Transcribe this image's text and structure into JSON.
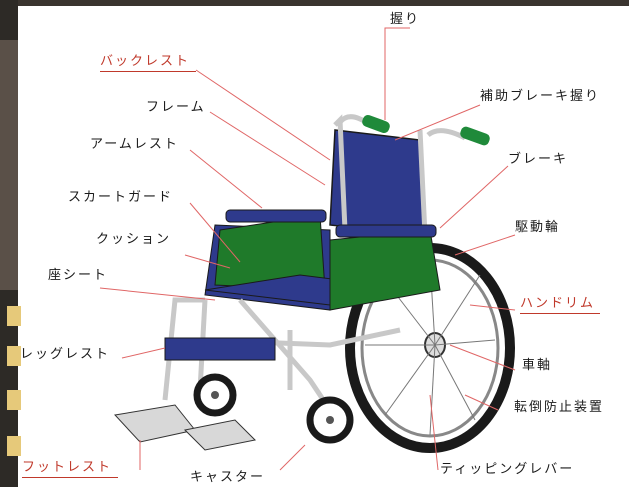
{
  "labels": {
    "grip": "握り",
    "backrest": "バックレスト",
    "assist_brake": "補助ブレーキ握り",
    "frame": "フレーム",
    "armrest": "アームレスト",
    "brake": "ブレーキ",
    "skirt_guard": "スカートガード",
    "drive_wheel": "駆動輪",
    "cushion": "クッション",
    "seat": "座シート",
    "handrim": "ハンドリム",
    "legrest": "レッグレスト",
    "axle": "車軸",
    "anti_tip": "転倒防止装置",
    "footrest": "フットレスト",
    "caster": "キャスター",
    "tipping_lever": "ティッピングレバー"
  },
  "colors": {
    "blue": "#2e3a8c",
    "green": "#1f7a2a",
    "red_label": "#c0392b",
    "line": "#e06666"
  }
}
